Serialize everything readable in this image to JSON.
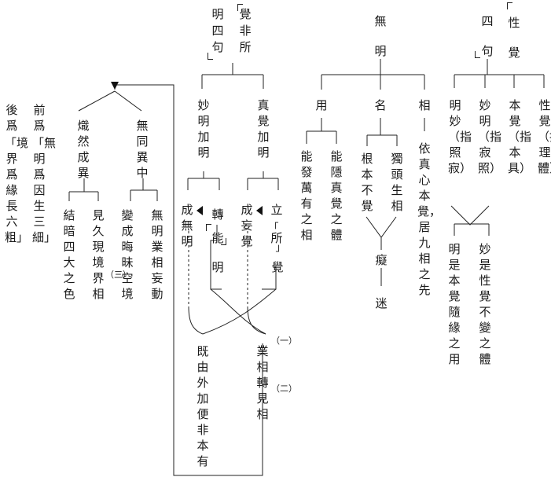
{
  "columns": {
    "xing_jue": "性覺",
    "si_ju": "四句",
    "wu_ming": "無明",
    "jue_fei_suo": "覺非所",
    "ming_si_ju": "明四句",
    "xing_jue_zhi_li_ti": "性覺（指理體）",
    "ben_jue_zhi_ben_ju": "本覺（指本具）",
    "miao_ming_zhi_ji_zhao": "妙明（指寂照）",
    "ming_miao_zhi_zhao_ji": "明妙（指照寂）",
    "miao_shi": "妙是性覺不變之體",
    "ming_shi": "明是本覺隨緣之用",
    "xiang": "相",
    "xiang_desc": "依真心本覺，居九相之先",
    "ming_name": "名",
    "du_tou_sheng_xiang": "獨頭生相",
    "gen_ben_bu_jue": "根本不覺",
    "chi": "癡",
    "mi": "迷",
    "yong": "用",
    "neng_yin": "能隱真覺之體",
    "neng_fa": "能發萬有之相",
    "zhen_jue_jia_ming": "真覺加明",
    "miao_ming_jia_ming": "妙明加明",
    "li": "立",
    "suo_open": "「",
    "suo": "所",
    "suo_close": "」",
    "jue_single": "覺",
    "cheng_wang_jue": "成妄覺",
    "zhuan": "轉",
    "neng": "能",
    "ming_single": "明",
    "cheng_wu_ming": "成無明",
    "ye_xiang_zhuan_jian_xiang": "業相轉見相",
    "num_one": "（一）",
    "num_two": "（二）",
    "ji_you": "既由外加便非本有",
    "wu_tong_yi_zhong": "無同異中",
    "chi_ran_cheng_yi": "熾然成異",
    "wu_ming_ye_xiang": "無明業相妄動",
    "bian_cheng": "變成晦昧空境",
    "jian_jiu": "見久現境界相",
    "num_three": "（三）",
    "jie_an": "結暗四大之色",
    "qian_wei_label": "前爲",
    "qian_wei_text": "「無明爲因生三細」",
    "hou_wei_label": "後爲",
    "hou_wei_text": "「境界爲緣長六粗」"
  }
}
